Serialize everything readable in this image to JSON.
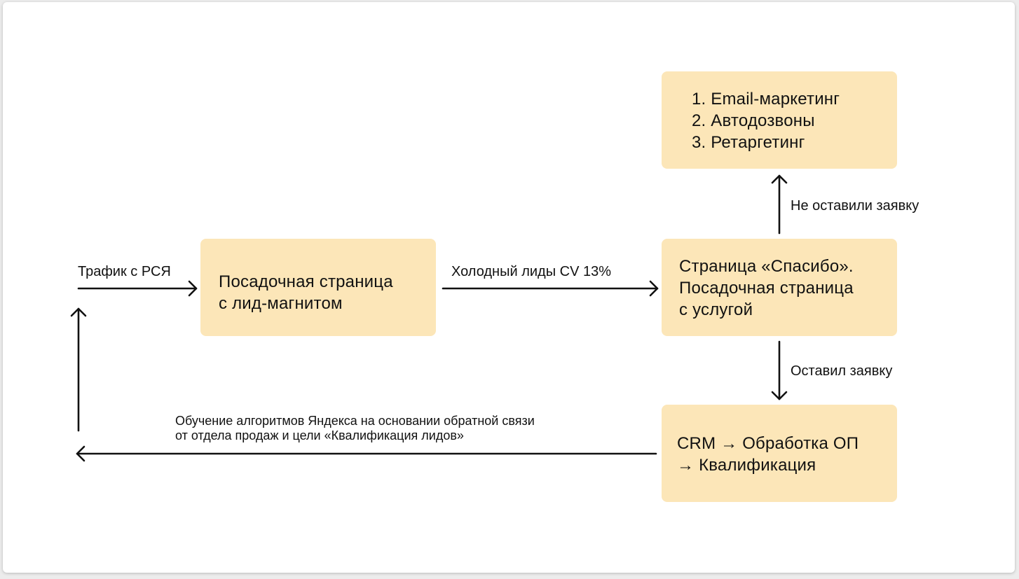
{
  "boxes": {
    "landing": {
      "lines": [
        "Посадочная страница",
        "с лид-магнитом"
      ]
    },
    "thanks": {
      "lines": [
        "Страница «Спасибо».",
        "Посадочная страница",
        "с услугой"
      ]
    },
    "nurture": {
      "items": [
        "1. Email-маркетинг",
        "2. Автодозвоны",
        "3. Ретаргетинг"
      ]
    },
    "crm": {
      "lines": [
        "CRM → Обработка ОП",
        "→ Квалификация"
      ]
    }
  },
  "edges": {
    "traffic": "Трафик с РСЯ",
    "cold_leads": "Холодный лиды CV 13%",
    "no_request": "Не оставили заявку",
    "request": "Оставил заявку",
    "feedback": [
      "Обучение алгоритмов Яндекса на основании обратной связи",
      "от отдела продаж и цели «Квалификация лидов»"
    ]
  },
  "colors": {
    "box_fill": "#fce6b8",
    "arrow": "#111111",
    "background": "#ffffff"
  }
}
